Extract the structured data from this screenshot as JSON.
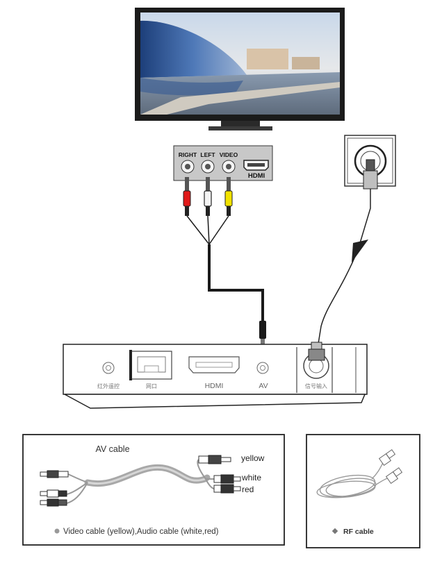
{
  "tv_panel": {
    "ports": {
      "right": "RIGHT",
      "left": "LEFT",
      "video": "VIDEO",
      "hdmi": "HDMI"
    }
  },
  "set_top_box": {
    "ports": {
      "ir": "红外遥控",
      "network": "网口",
      "hdmi": "HDMI",
      "av": "AV",
      "signal_in": "信号输入"
    }
  },
  "av_cable_box": {
    "title": "AV cable",
    "plug_labels": [
      "yellow",
      "white",
      "red"
    ],
    "caption": "Video cable (yellow),Audio cable (white,red)"
  },
  "rf_cable_box": {
    "caption": "RF cable"
  },
  "colors": {
    "plug_red": "#e01a1a",
    "plug_white": "#f4f4f4",
    "plug_yellow": "#f2e200",
    "cable_black": "#1a1a1a",
    "panel_gray": "#c8c8c8",
    "outline": "#222222"
  }
}
